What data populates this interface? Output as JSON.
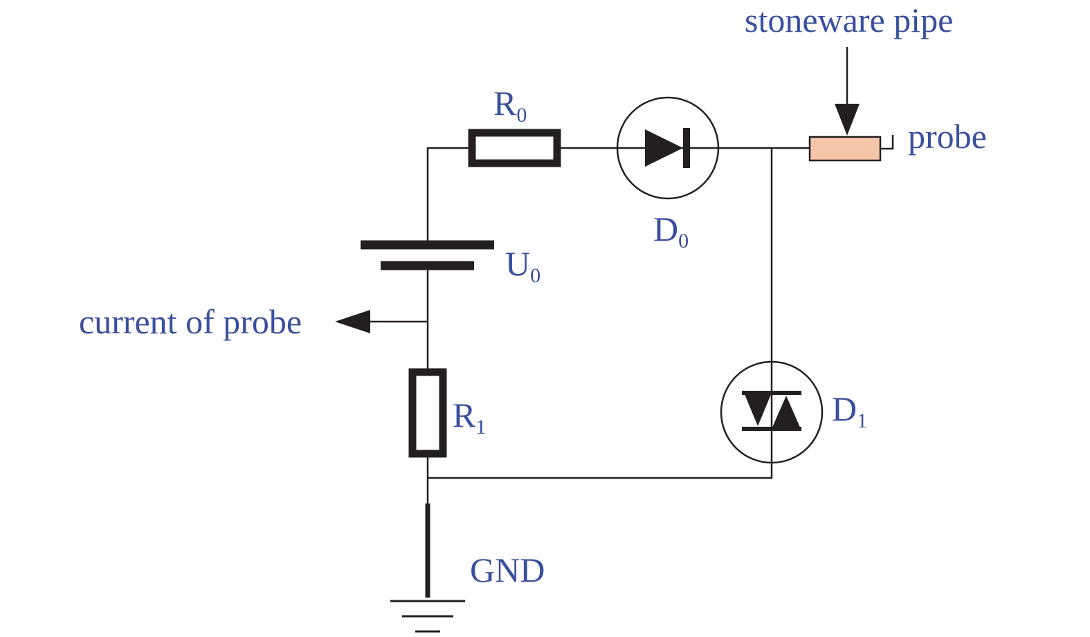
{
  "labels": {
    "stoneware_pipe": "stoneware pipe",
    "probe": "probe",
    "current_of_probe": "current of probe",
    "gnd": "GND"
  },
  "components": {
    "r0": {
      "letter": "R",
      "subscript": "0"
    },
    "d0": {
      "letter": "D",
      "subscript": "0"
    },
    "u0": {
      "letter": "U",
      "subscript": "0"
    },
    "r1": {
      "letter": "R",
      "subscript": "1"
    },
    "d1": {
      "letter": "D",
      "subscript": "1"
    }
  },
  "colors": {
    "text": "#3a4f9e",
    "wire": "#231f20",
    "probe_fill": "#f5c6a8"
  }
}
